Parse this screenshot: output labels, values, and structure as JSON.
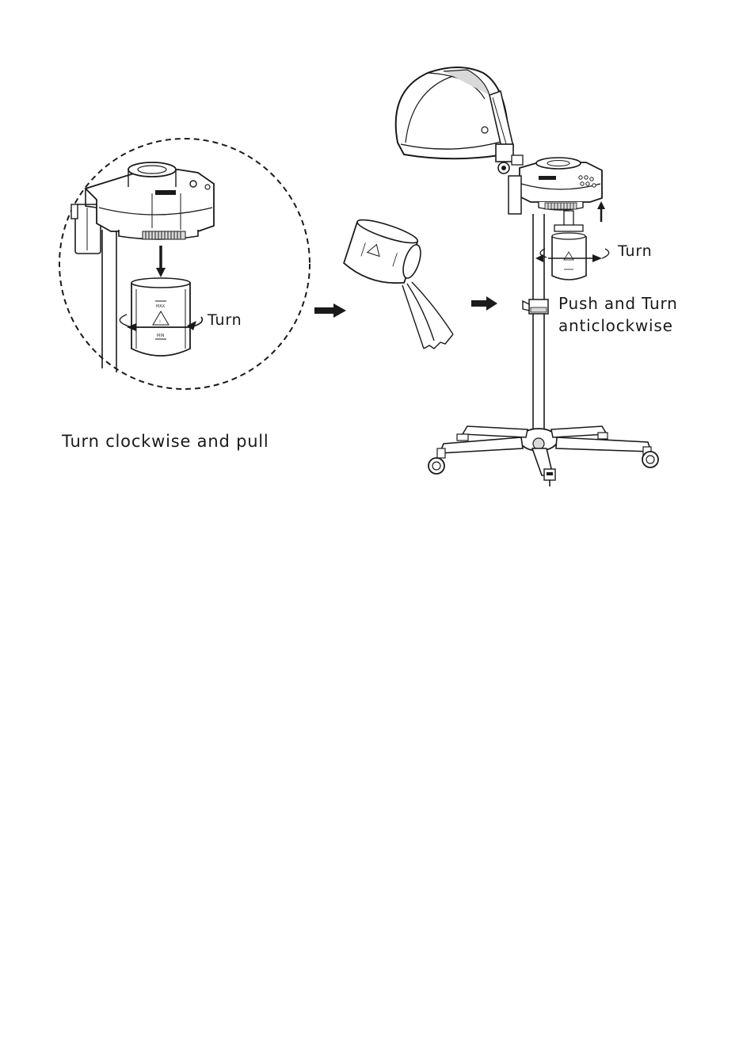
{
  "labels": {
    "turn_left": "Turn",
    "turn_right": "Turn",
    "push_line1": "Push and Turn",
    "push_line2": "anticlockwise",
    "bottom_caption": "Turn clockwise and pull",
    "cup_max": "MAX",
    "cup_min": "MIN"
  },
  "colors": {
    "line": "#1a1a1a",
    "fill": "#ffffff",
    "shade": "#d9d9d9"
  },
  "icons": {
    "arrow": "right-arrow-icon",
    "rotation": "rotation-arrow-icon",
    "warning": "hot-surface-warning-icon"
  }
}
